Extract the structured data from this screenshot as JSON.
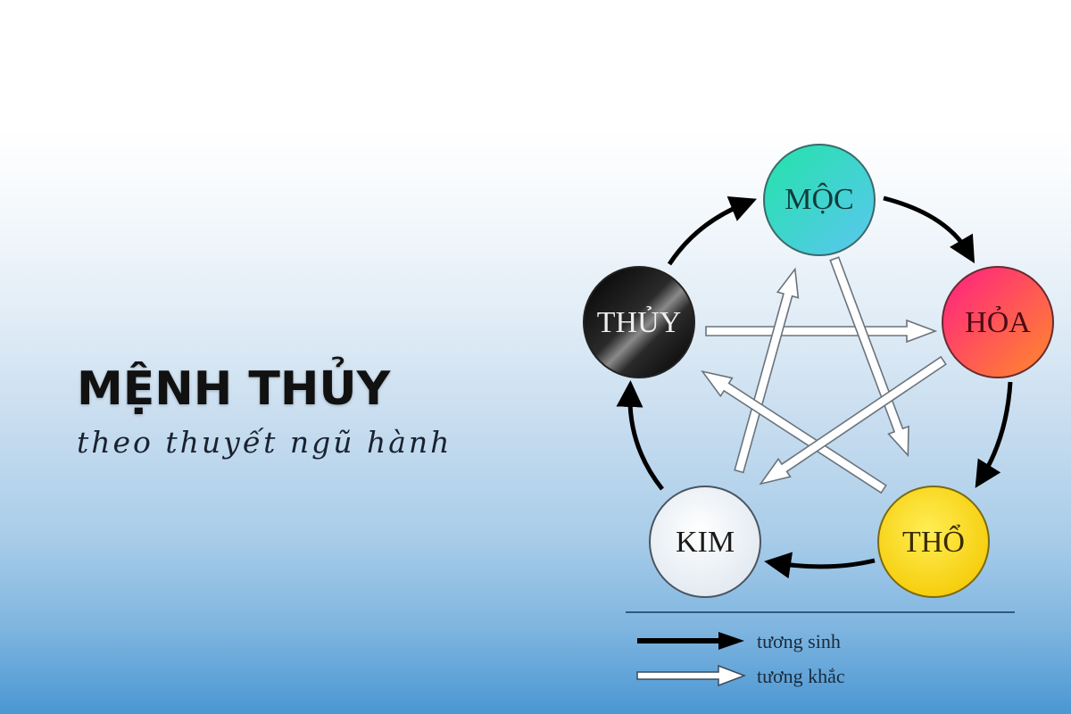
{
  "title": {
    "main": "MỆNH THỦY",
    "subtitle": "theo thuyết ngũ hành"
  },
  "diagram": {
    "nodes": [
      {
        "id": "moc",
        "label": "MỘC",
        "color_start": "#2ee0b0",
        "color_end": "#5ac8f0",
        "text_color": "#0e3a3a"
      },
      {
        "id": "hoa",
        "label": "HỎA",
        "color_start": "#ff2c7a",
        "color_end": "#ff8a30",
        "text_color": "#4a0a14"
      },
      {
        "id": "tho",
        "label": "THỔ",
        "color_start": "#ffe84a",
        "color_end": "#f2c400",
        "text_color": "#3a2a00"
      },
      {
        "id": "kim",
        "label": "KIM",
        "color_start": "#ffffff",
        "color_end": "#dfe8ef",
        "text_color": "#1a1a1a"
      },
      {
        "id": "thuy",
        "label": "THỦY",
        "color_start": "#5a5a5a",
        "color_end": "#000000",
        "text_color": "#f0f0f0"
      }
    ],
    "generating_cycle": [
      "MỘC → HỎA",
      "HỎA → THỔ",
      "THỔ → KIM",
      "KIM → THỦY",
      "THỦY → MỘC"
    ],
    "overcoming_cycle": [
      "MỘC → THỔ",
      "THỔ → THỦY",
      "THỦY → HỎA",
      "HỎA → KIM",
      "KIM → MỘC"
    ]
  },
  "legend": {
    "items": [
      {
        "label": "tương sinh",
        "arrow": "black-arrow"
      },
      {
        "label": "tương khắc",
        "arrow": "white-arrow"
      }
    ]
  }
}
